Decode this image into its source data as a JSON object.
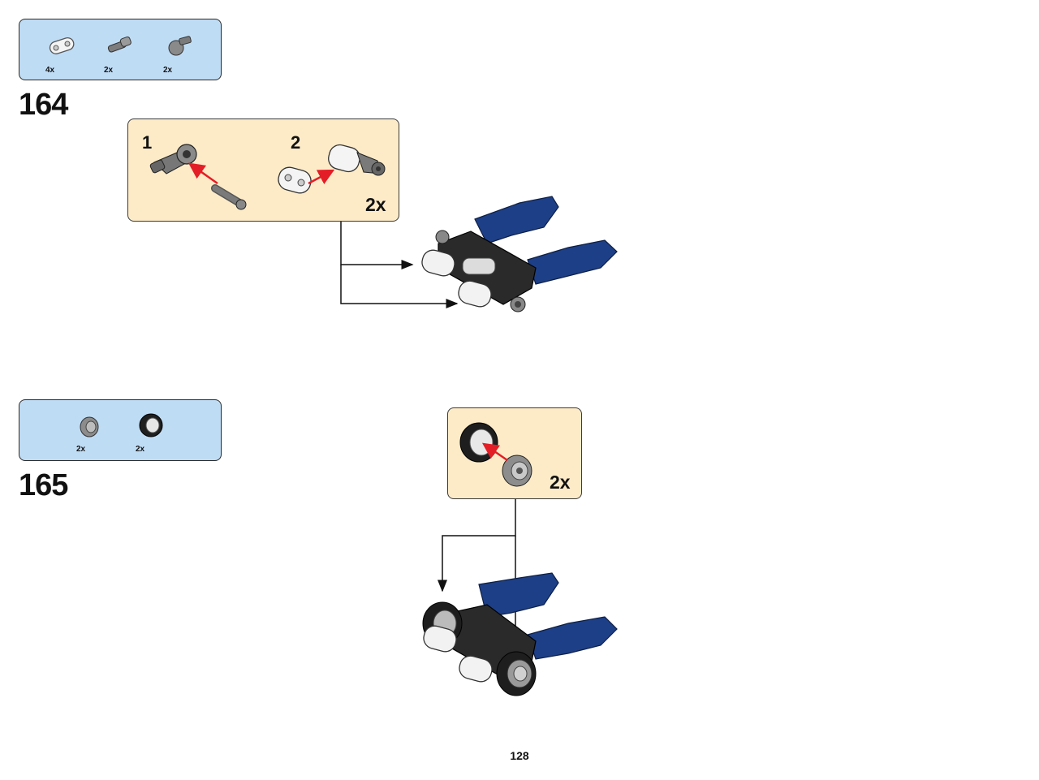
{
  "step_164": {
    "number": "164",
    "parts": [
      {
        "icon": "beam-2-icon",
        "qty": "4x"
      },
      {
        "icon": "axle-pin-icon",
        "qty": "2x"
      },
      {
        "icon": "axle-connector-icon",
        "qty": "2x"
      }
    ],
    "substeps": [
      {
        "label": "1"
      },
      {
        "label": "2"
      }
    ],
    "multiplier": "2x"
  },
  "step_165": {
    "number": "165",
    "parts": [
      {
        "icon": "rim-icon",
        "qty": "2x"
      },
      {
        "icon": "tire-icon",
        "qty": "2x"
      }
    ],
    "multiplier": "2x"
  },
  "page_number": "128",
  "colors": {
    "parts_box": "#bfdcf5",
    "substep_box": "#fdebc8",
    "model_blue": "#1d3f87",
    "arrow_red": "#e41e26"
  }
}
